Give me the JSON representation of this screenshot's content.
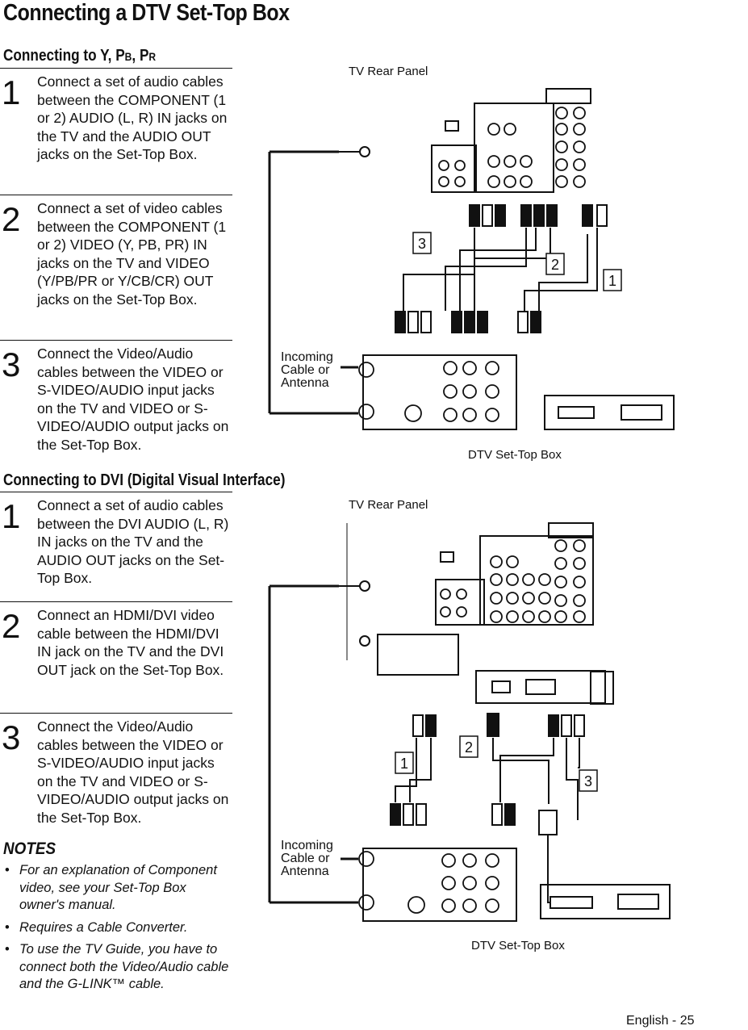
{
  "page_title": "Connecting a DTV Set-Top Box",
  "section_component": {
    "title_prefix": "Connecting to Y, P",
    "title_pb_sub": "B",
    "title_mid": ", P",
    "title_pr_sub": "R",
    "steps": [
      {
        "num": "1",
        "text": "Connect a set of audio cables between the COMPONENT (1 or 2) AUDIO (L, R) IN jacks on the TV and the AUDIO OUT jacks on the Set-Top Box."
      },
      {
        "num": "2",
        "text": "Connect a set of video cables between the COMPONENT (1 or 2) VIDEO (Y, PB, PR) IN jacks on the TV and VIDEO (Y/PB/PR or Y/CB/CR) OUT jacks on the Set-Top Box."
      },
      {
        "num": "3",
        "text": "Connect the Video/Audio cables between the VIDEO or S-VIDEO/AUDIO input jacks on the TV and VIDEO or S-VIDEO/AUDIO output jacks on the Set-Top Box."
      }
    ]
  },
  "section_dvi": {
    "title": "Connecting to DVI (Digital Visual Interface)",
    "steps": [
      {
        "num": "1",
        "text": "Connect a set of audio cables between the DVI AUDIO (L, R) IN jacks on the TV and the AUDIO OUT jacks on the Set-Top Box."
      },
      {
        "num": "2",
        "text": "Connect an HDMI/DVI video cable between the HDMI/DVI IN jack on the TV and the DVI OUT jack on the Set-Top Box."
      },
      {
        "num": "3",
        "text": "Connect the Video/Audio cables between the VIDEO or S-VIDEO/AUDIO input jacks on the TV and VIDEO or S-VIDEO/AUDIO output jacks on the Set-Top Box."
      }
    ]
  },
  "notes": {
    "title": "NOTES",
    "items": [
      "For an explanation of Component video, see your Set-Top Box owner's manual.",
      "Requires a Cable Converter.",
      "To use the TV Guide, you have to connect both the Video/Audio cable and the G-LINK™ cable."
    ]
  },
  "diagram_top": {
    "tv_label": "TV Rear Panel",
    "box_label": "DTV Set-Top Box",
    "incoming_label": [
      "Incoming",
      "Cable or",
      "Antenna"
    ],
    "callouts": [
      "3",
      "2",
      "1"
    ]
  },
  "diagram_bottom": {
    "tv_label": "TV Rear Panel",
    "box_label": "DTV Set-Top Box",
    "incoming_label": [
      "Incoming",
      "Cable or",
      "Antenna"
    ],
    "callouts": [
      "1",
      "2",
      "3"
    ]
  },
  "page_number": "English - 25"
}
